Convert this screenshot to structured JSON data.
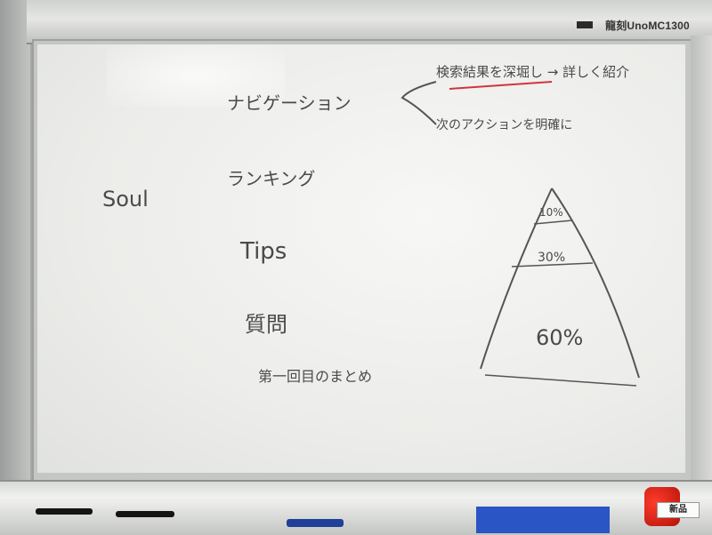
{
  "header": {
    "brand": "龍刻UnoMC1300"
  },
  "board": {
    "left_label": "Soul",
    "bullets": [
      "ナビゲーション",
      "ランキング",
      "Tips",
      "質問"
    ],
    "bottom_line": "第一回目のまとめ",
    "note_top": "検索結果を深堀し → 詳しく紹介",
    "note_second": "次のアクションを明確に",
    "pyramid": [
      "10%",
      "30%",
      "60%"
    ]
  },
  "tray": {
    "label": "新品"
  }
}
